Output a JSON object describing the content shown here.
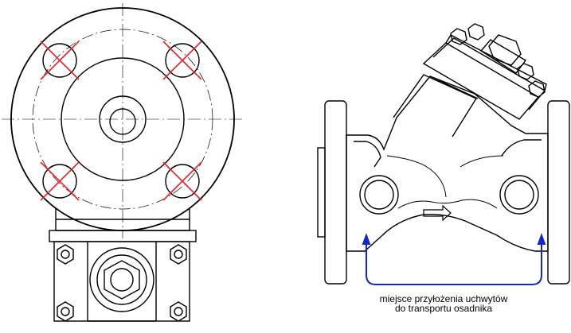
{
  "caption": {
    "line1": "miejsce przyłożenia uchwytów",
    "line2": "do transportu osadnika"
  },
  "colors": {
    "line": "#000000",
    "cross_marks": "#e8262b",
    "lifting_points": "#1526c9",
    "background": "#ffffff"
  },
  "marks": {
    "crossed_bolt_holes": 4,
    "lifting_points": 2
  }
}
